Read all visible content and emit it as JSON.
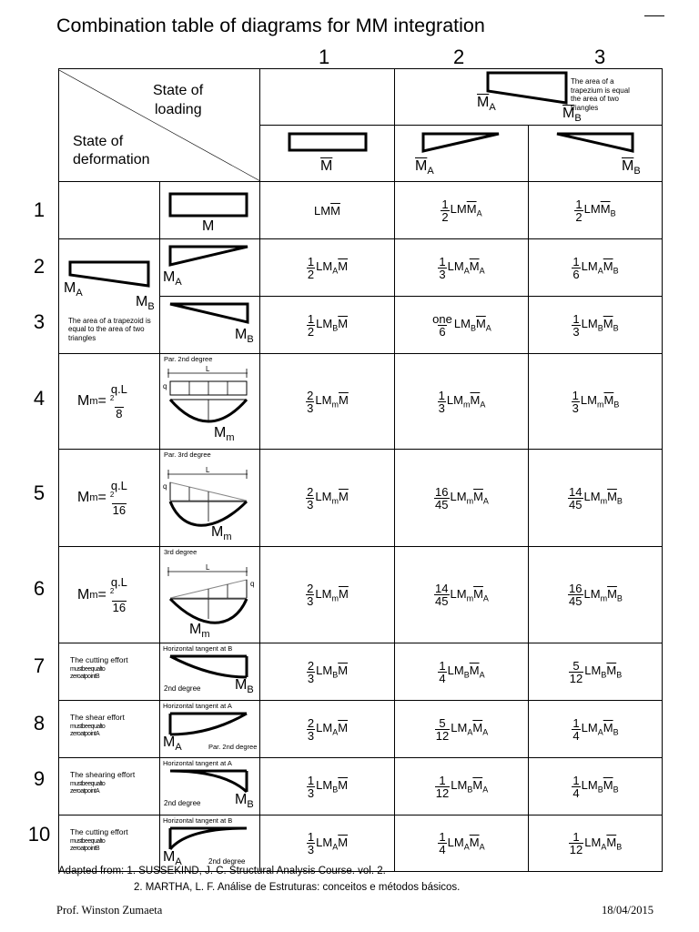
{
  "title": "Combination table of diagrams for MM integration",
  "columns": [
    "1",
    "2",
    "3"
  ],
  "header": {
    "state_loading": [
      "State of",
      "loading"
    ],
    "state_deformation": [
      "State of",
      "deformation"
    ],
    "trapezium_note": [
      "The area of a",
      "trapezium is equal",
      "the area of two",
      "triangles"
    ],
    "labels": {
      "M": "M",
      "MA": "M",
      "MB": "M",
      "sub_A": "A",
      "sub_B": "B",
      "sub_m": "m"
    }
  },
  "rows": [
    {
      "num": "1",
      "left_text": "",
      "diagram_notes": [],
      "results": [
        {
          "frac": null,
          "parts": [
            {
              "t": "LM"
            },
            {
              "t": "M",
              "o": true
            }
          ]
        },
        {
          "frac": [
            "1",
            "2"
          ],
          "parts": [
            {
              "t": "LM"
            },
            {
              "t": "M",
              "o": true,
              "s": "A"
            }
          ]
        },
        {
          "frac": [
            "1",
            "2"
          ],
          "parts": [
            {
              "t": "LM"
            },
            {
              "t": "M",
              "o": true,
              "s": "B"
            }
          ]
        }
      ]
    },
    {
      "num": "2",
      "left_text": "",
      "diagram_notes": [],
      "results": [
        {
          "frac": [
            "1",
            "2"
          ],
          "parts": [
            {
              "t": "LM",
              "s": "A"
            },
            {
              "t": "M",
              "o": true
            }
          ]
        },
        {
          "frac": [
            "1",
            "3"
          ],
          "parts": [
            {
              "t": "LM",
              "s": "A"
            },
            {
              "t": "M",
              "o": true,
              "s": "A"
            }
          ]
        },
        {
          "frac": [
            "1",
            "6"
          ],
          "parts": [
            {
              "t": "LM",
              "s": "A"
            },
            {
              "t": "M",
              "o": true,
              "s": "B"
            }
          ]
        }
      ]
    },
    {
      "num": "3",
      "left_text": "The area of a trapezoid is equal to the area of two triangles",
      "diagram_notes": [],
      "results": [
        {
          "frac": [
            "1",
            "2"
          ],
          "parts": [
            {
              "t": "LM",
              "s": "B"
            },
            {
              "t": "M",
              "o": true
            }
          ]
        },
        {
          "frac": [
            "one",
            "6"
          ],
          "parts": [
            {
              "t": "LM",
              "s": "B"
            },
            {
              "t": "M",
              "o": true,
              "s": "A"
            }
          ]
        },
        {
          "frac": [
            "1",
            "3"
          ],
          "parts": [
            {
              "t": "LM",
              "s": "B"
            },
            {
              "t": "M",
              "o": true,
              "s": "B"
            }
          ]
        }
      ]
    },
    {
      "num": "4",
      "left_text": "",
      "formula_den": "8",
      "diagram_notes": [
        "Par. 2nd degree"
      ],
      "results": [
        {
          "frac": [
            "2",
            "3"
          ],
          "parts": [
            {
              "t": "LM",
              "s": "m"
            },
            {
              "t": "M",
              "o": true
            }
          ]
        },
        {
          "frac": [
            "1",
            "3"
          ],
          "parts": [
            {
              "t": "LM",
              "s": "m"
            },
            {
              "t": "M",
              "o": true,
              "s": "A"
            }
          ]
        },
        {
          "frac": [
            "1",
            "3"
          ],
          "parts": [
            {
              "t": "LM",
              "s": "m"
            },
            {
              "t": "M",
              "o": true,
              "s": "B"
            }
          ]
        }
      ]
    },
    {
      "num": "5",
      "left_text": "",
      "formula_den": "16",
      "diagram_notes": [
        "Par. 3rd degree"
      ],
      "results": [
        {
          "frac": [
            "2",
            "3"
          ],
          "parts": [
            {
              "t": "LM",
              "s": "m"
            },
            {
              "t": "M",
              "o": true
            }
          ]
        },
        {
          "frac": [
            "16",
            "45"
          ],
          "parts": [
            {
              "t": "LM",
              "s": "m"
            },
            {
              "t": "M",
              "o": true,
              "s": "A"
            }
          ]
        },
        {
          "frac": [
            "14",
            "45"
          ],
          "parts": [
            {
              "t": "LM",
              "s": "m"
            },
            {
              "t": "M",
              "o": true,
              "s": "B"
            }
          ]
        }
      ]
    },
    {
      "num": "6",
      "left_text": "",
      "formula_den": "16",
      "diagram_notes": [
        "3rd degree"
      ],
      "results": [
        {
          "frac": [
            "2",
            "3"
          ],
          "parts": [
            {
              "t": "LM",
              "s": "m"
            },
            {
              "t": "M",
              "o": true
            }
          ]
        },
        {
          "frac": [
            "14",
            "45"
          ],
          "parts": [
            {
              "t": "LM",
              "s": "m"
            },
            {
              "t": "M",
              "o": true,
              "s": "A"
            }
          ]
        },
        {
          "frac": [
            "16",
            "45"
          ],
          "parts": [
            {
              "t": "LM",
              "s": "m"
            },
            {
              "t": "M",
              "o": true,
              "s": "B"
            }
          ]
        }
      ]
    },
    {
      "num": "7",
      "left_text": "The cutting effort",
      "left_sub": "mustbeequalto zeroatpointB",
      "diagram_notes": [
        "Horizontal tangent at B",
        "2nd degree"
      ],
      "results": [
        {
          "frac": [
            "2",
            "3"
          ],
          "parts": [
            {
              "t": "LM",
              "s": "B"
            },
            {
              "t": "M",
              "o": true
            }
          ]
        },
        {
          "frac": [
            "1",
            "4"
          ],
          "parts": [
            {
              "t": "LM",
              "s": "B"
            },
            {
              "t": "M",
              "o": true,
              "s": "A"
            }
          ]
        },
        {
          "frac": [
            "5",
            "12"
          ],
          "parts": [
            {
              "t": "LM",
              "s": "B"
            },
            {
              "t": "M",
              "o": true,
              "s": "B"
            }
          ]
        }
      ]
    },
    {
      "num": "8",
      "left_text": "The shear effort",
      "left_sub": "mustbeequalto zeroatpointA",
      "diagram_notes": [
        "Horizontal tangent at A",
        "Par. 2nd degree"
      ],
      "results": [
        {
          "frac": [
            "2",
            "3"
          ],
          "parts": [
            {
              "t": "LM",
              "s": "A"
            },
            {
              "t": "M",
              "o": true
            }
          ]
        },
        {
          "frac": [
            "5",
            "12"
          ],
          "parts": [
            {
              "t": "LM",
              "s": "A"
            },
            {
              "t": "M",
              "o": true,
              "s": "A"
            }
          ]
        },
        {
          "frac": [
            "1",
            "4"
          ],
          "parts": [
            {
              "t": "LM",
              "s": "A"
            },
            {
              "t": "M",
              "o": true,
              "s": "B"
            }
          ]
        }
      ]
    },
    {
      "num": "9",
      "left_text": "The shearing effort",
      "left_sub": "mustbeequalto zeroatpointA",
      "diagram_notes": [
        "Horizontal tangent at A",
        "2nd degree"
      ],
      "results": [
        {
          "frac": [
            "1",
            "3"
          ],
          "parts": [
            {
              "t": "LM",
              "s": "B"
            },
            {
              "t": "M",
              "o": true
            }
          ]
        },
        {
          "frac": [
            "1",
            "12"
          ],
          "parts": [
            {
              "t": "LM",
              "s": "B"
            },
            {
              "t": "M",
              "o": true,
              "s": "A"
            }
          ]
        },
        {
          "frac": [
            "1",
            "4"
          ],
          "parts": [
            {
              "t": "LM",
              "s": "B"
            },
            {
              "t": "M",
              "o": true,
              "s": "B"
            }
          ]
        }
      ]
    },
    {
      "num": "10",
      "left_text": "The cutting effort",
      "left_sub": "mustbeequalto zeroatpointB",
      "diagram_notes": [
        "Horizontal tangent at B",
        "2nd degree"
      ],
      "results": [
        {
          "frac": [
            "1",
            "3"
          ],
          "parts": [
            {
              "t": "LM",
              "s": "A"
            },
            {
              "t": "M",
              "o": true
            }
          ]
        },
        {
          "frac": [
            "1",
            "4"
          ],
          "parts": [
            {
              "t": "LM",
              "s": "A"
            },
            {
              "t": "M",
              "o": true,
              "s": "A"
            }
          ]
        },
        {
          "frac": [
            "1",
            "12"
          ],
          "parts": [
            {
              "t": "LM",
              "s": "A"
            },
            {
              "t": "M",
              "o": true,
              "s": "B"
            }
          ]
        }
      ]
    }
  ],
  "mm_formula": {
    "lhs": "M",
    "sub": "m",
    "eq": "=",
    "num": "q.L",
    "sup": "2"
  },
  "dim_labels": {
    "L": "L",
    "q": "q"
  },
  "footer": {
    "line1": "Adapted from: 1. SUSSEKIND, J. C. Structural Analysis Course. vol. 2.",
    "line2": "2. MARTHA, L. F. Análise de Estruturas: conceitos e métodos básicos."
  },
  "author": "Prof. Winston Zumaeta",
  "date": "18/04/2015"
}
